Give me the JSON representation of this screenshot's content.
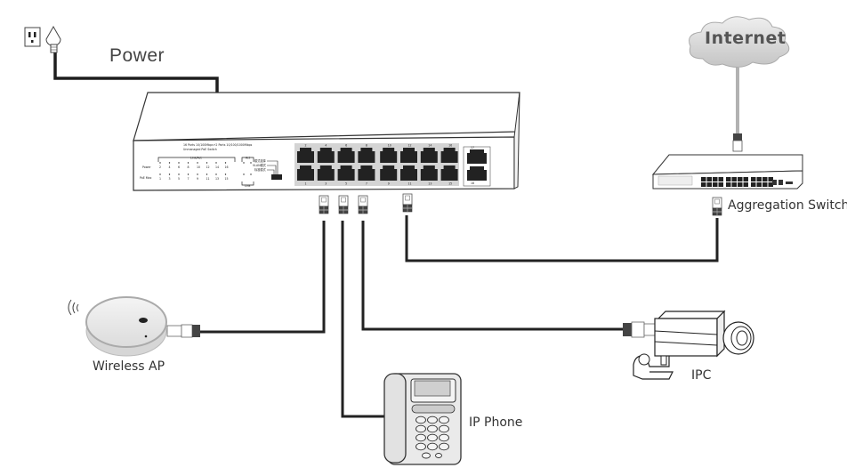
{
  "diagram": {
    "title": "PoE Switch Network Topology",
    "labels": {
      "power": "Power",
      "internet": "Internet",
      "aggregation_switch": "Aggregation Switch",
      "wireless_ap": "Wireless AP",
      "ip_phone": "IP Phone",
      "ipc": "IPC"
    },
    "poe_switch": {
      "model_text_line1": "16 Ports 10/100Mbps+2 Ports 10/100/1000Mbps",
      "model_text_line2": "Unmanaged PoE Switch",
      "led_group_label": "Link/Act",
      "uplink_led_label": "Act",
      "row1_label": "Power",
      "row2_label": "PoE Max",
      "uplink_group_label": "Link",
      "poe_ports": 16,
      "uplink_ports": 2,
      "top_port_numbers": [
        "2",
        "4",
        "6",
        "8",
        "10",
        "12",
        "14",
        "16"
      ],
      "bottom_port_numbers": [
        "1",
        "3",
        "5",
        "7",
        "9",
        "11",
        "13",
        "15"
      ],
      "led_row1": [
        "2",
        "4",
        "6",
        "8",
        "10",
        "12",
        "14",
        "16"
      ],
      "led_row2": [
        "1",
        "3",
        "5",
        "7",
        "9",
        "11",
        "13",
        "15"
      ],
      "uplink_numbers": [
        "17",
        "18"
      ],
      "switch_labels": [
        "模式选择",
        "VLAN模式",
        "标准模式"
      ]
    },
    "connections": [
      {
        "from": "power-outlet",
        "to": "poe-switch",
        "type": "power"
      },
      {
        "from": "internet",
        "to": "aggregation-switch",
        "type": "uplink"
      },
      {
        "from": "aggregation-switch",
        "to": "poe-switch",
        "type": "ethernet"
      },
      {
        "from": "poe-switch",
        "to": "wireless-ap",
        "type": "poe"
      },
      {
        "from": "poe-switch",
        "to": "ip-phone",
        "type": "poe"
      },
      {
        "from": "poe-switch",
        "to": "ipc",
        "type": "poe"
      }
    ],
    "colors": {
      "cable": "#1e1e1e",
      "outline": "#333333",
      "cloud": "#d9d9d9",
      "device_fill": "#e6e6e6",
      "port": "#222222"
    }
  }
}
